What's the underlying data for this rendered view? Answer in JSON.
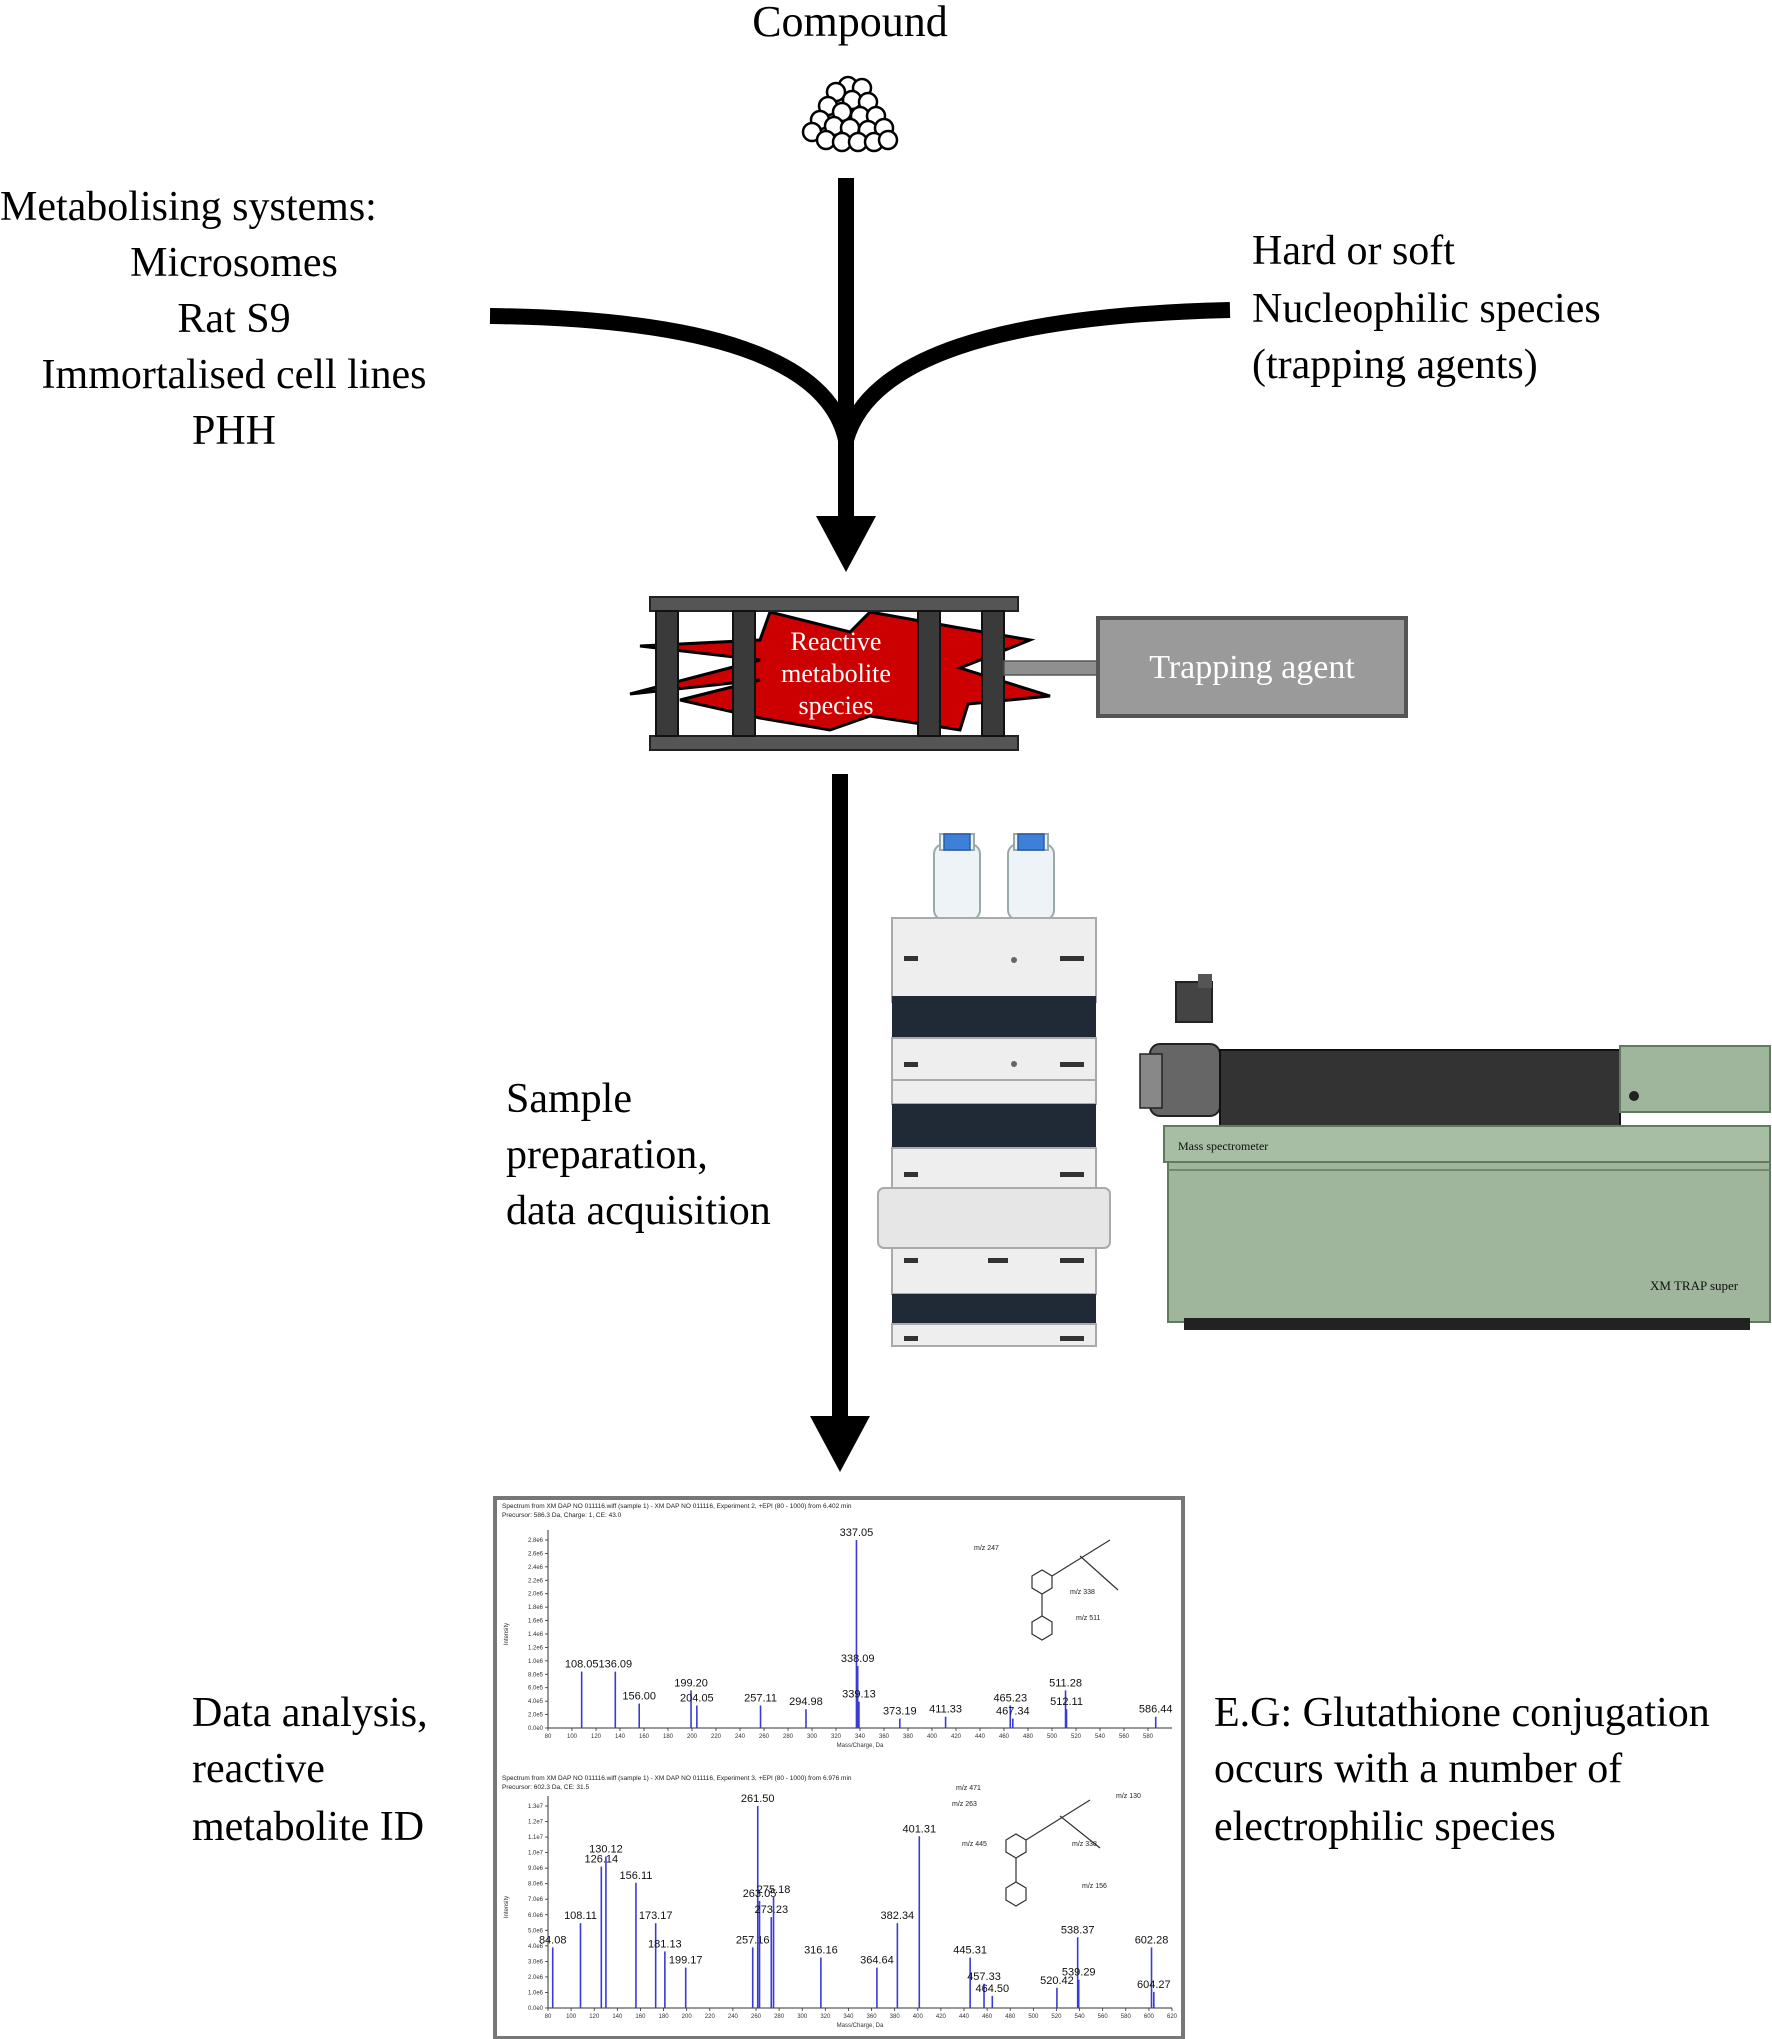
{
  "compound": {
    "label": "Compound"
  },
  "metabolising": {
    "heading": "Metabolising systems:",
    "items": [
      "Microsomes",
      "Rat S9",
      "Immortalised cell lines",
      "PHH"
    ]
  },
  "nucleophile": {
    "lines": [
      "Hard or soft",
      "Nucleophilic species",
      "(trapping agents)"
    ]
  },
  "reactive": {
    "lines": [
      "Reactive",
      "metabolite",
      "species"
    ]
  },
  "trapping": {
    "label": "Trapping agent"
  },
  "prep": {
    "lines": [
      "Sample",
      "preparation,",
      "data acquisition"
    ]
  },
  "instrument": {
    "label": "Mass spectrometer",
    "model": "XM TRAP super"
  },
  "analysis": {
    "lines": [
      "Data analysis,",
      "reactive",
      "metabolite ID"
    ]
  },
  "example": {
    "lines": [
      "E.G: Glutathione conjugation",
      "occurs with a number of",
      "electrophilic species"
    ]
  },
  "colors": {
    "arrow": "#000000",
    "reactive": "#cc0000",
    "cage": "#444444",
    "trap": "#9a9a9a",
    "ms": "#9fb69c",
    "spectrum": "#3a3ad6"
  },
  "chart_data": [
    {
      "type": "bar",
      "header": [
        "Spectrum from XM DAP NO 011116.wiff (sample 1) - XM DAP NO 011116, Experiment 2, +EPI (80 - 1000) from 6.402 min",
        "Precursor: 586.3 Da, Charge: 1, CE: 43.0"
      ],
      "xlabel": "Mass/Charge, Da",
      "ylabel": "Intensity",
      "xlim": [
        80,
        600
      ],
      "x_ticks": [
        80,
        100,
        120,
        140,
        160,
        180,
        200,
        220,
        240,
        260,
        280,
        300,
        320,
        340,
        360,
        380,
        400,
        420,
        440,
        460,
        480,
        500,
        520,
        540,
        560,
        580
      ],
      "y_ticks": [
        "0.0e0",
        "2.0e5",
        "4.0e5",
        "6.0e5",
        "8.0e5",
        "1.0e6",
        "1.2e6",
        "1.4e6",
        "1.6e6",
        "1.8e6",
        "2.0e6",
        "2.2e6",
        "2.4e6",
        "2.6e6",
        "2.8e6"
      ],
      "peaks": [
        {
          "x": 108.05,
          "y": 0.3,
          "label": "108.05"
        },
        {
          "x": 136.09,
          "y": 0.3,
          "label": "136.09"
        },
        {
          "x": 156.0,
          "y": 0.13,
          "label": "156.00"
        },
        {
          "x": 199.2,
          "y": 0.2,
          "label": "199.20"
        },
        {
          "x": 204.05,
          "y": 0.12,
          "label": "204.05"
        },
        {
          "x": 257.11,
          "y": 0.12,
          "label": "257.11"
        },
        {
          "x": 294.98,
          "y": 0.1,
          "label": "294.98"
        },
        {
          "x": 337.05,
          "y": 1.0,
          "label": "337.05"
        },
        {
          "x": 338.09,
          "y": 0.33,
          "label": "338.09"
        },
        {
          "x": 339.13,
          "y": 0.14,
          "label": "339.13"
        },
        {
          "x": 373.19,
          "y": 0.05,
          "label": "373.19"
        },
        {
          "x": 411.33,
          "y": 0.06,
          "label": "411.33"
        },
        {
          "x": 465.23,
          "y": 0.12,
          "label": "465.23"
        },
        {
          "x": 467.34,
          "y": 0.05,
          "label": "467.34"
        },
        {
          "x": 511.28,
          "y": 0.2,
          "label": "511.28"
        },
        {
          "x": 512.11,
          "y": 0.1,
          "label": "512.11"
        },
        {
          "x": 586.44,
          "y": 0.06,
          "label": "586.44"
        }
      ],
      "annotations": [
        "m/z 247",
        "m/z 338",
        "m/z 511"
      ]
    },
    {
      "type": "bar",
      "header": [
        "Spectrum from XM DAP NO 011116.wiff (sample 1) - XM DAP NO 011116, Experiment 3, +EPI (80 - 1000) from 6.976 min",
        "Precursor: 602.3 Da, CE: 31.5"
      ],
      "xlabel": "Mass/Charge, Da",
      "ylabel": "Intensity",
      "xlim": [
        80,
        620
      ],
      "x_ticks": [
        80,
        100,
        120,
        140,
        160,
        180,
        200,
        220,
        240,
        260,
        280,
        300,
        320,
        340,
        360,
        380,
        400,
        420,
        440,
        460,
        480,
        500,
        520,
        540,
        560,
        580,
        600,
        620
      ],
      "y_ticks": [
        "0.0e0",
        "1.0e6",
        "2.0e6",
        "3.0e6",
        "4.0e6",
        "5.0e6",
        "6.0e6",
        "7.0e6",
        "8.0e6",
        "9.0e6",
        "1.0e7",
        "1.1e7",
        "1.2e7",
        "1.3e7"
      ],
      "peaks": [
        {
          "x": 84.08,
          "y": 0.3,
          "label": "84.08"
        },
        {
          "x": 108.11,
          "y": 0.42,
          "label": "108.11"
        },
        {
          "x": 126.14,
          "y": 0.7,
          "label": "126.14"
        },
        {
          "x": 130.12,
          "y": 0.75,
          "label": "130.12"
        },
        {
          "x": 156.11,
          "y": 0.62,
          "label": "156.11"
        },
        {
          "x": 173.17,
          "y": 0.42,
          "label": "173.17"
        },
        {
          "x": 181.13,
          "y": 0.28,
          "label": "181.13"
        },
        {
          "x": 199.17,
          "y": 0.2,
          "label": "199.17"
        },
        {
          "x": 257.16,
          "y": 0.3,
          "label": "257.16"
        },
        {
          "x": 261.5,
          "y": 1.0,
          "label": "261.50"
        },
        {
          "x": 263.05,
          "y": 0.53,
          "label": "263.05"
        },
        {
          "x": 273.23,
          "y": 0.45,
          "label": "273.23"
        },
        {
          "x": 275.18,
          "y": 0.55,
          "label": "275.18"
        },
        {
          "x": 316.16,
          "y": 0.25,
          "label": "316.16"
        },
        {
          "x": 364.64,
          "y": 0.2,
          "label": "364.64"
        },
        {
          "x": 382.34,
          "y": 0.42,
          "label": "382.34"
        },
        {
          "x": 401.31,
          "y": 0.85,
          "label": "401.31"
        },
        {
          "x": 445.31,
          "y": 0.25,
          "label": "445.31"
        },
        {
          "x": 457.33,
          "y": 0.12,
          "label": "457.33"
        },
        {
          "x": 464.5,
          "y": 0.06,
          "label": "464.50"
        },
        {
          "x": 520.42,
          "y": 0.1,
          "label": "520.42"
        },
        {
          "x": 538.37,
          "y": 0.35,
          "label": "538.37"
        },
        {
          "x": 539.29,
          "y": 0.14,
          "label": "539.29"
        },
        {
          "x": 602.28,
          "y": 0.3,
          "label": "602.28"
        },
        {
          "x": 604.27,
          "y": 0.08,
          "label": "604.27"
        }
      ],
      "annotations": [
        "m/z 471",
        "m/z 263",
        "m/z 130",
        "m/z 445",
        "m/z 338",
        "m/z 156"
      ]
    }
  ]
}
